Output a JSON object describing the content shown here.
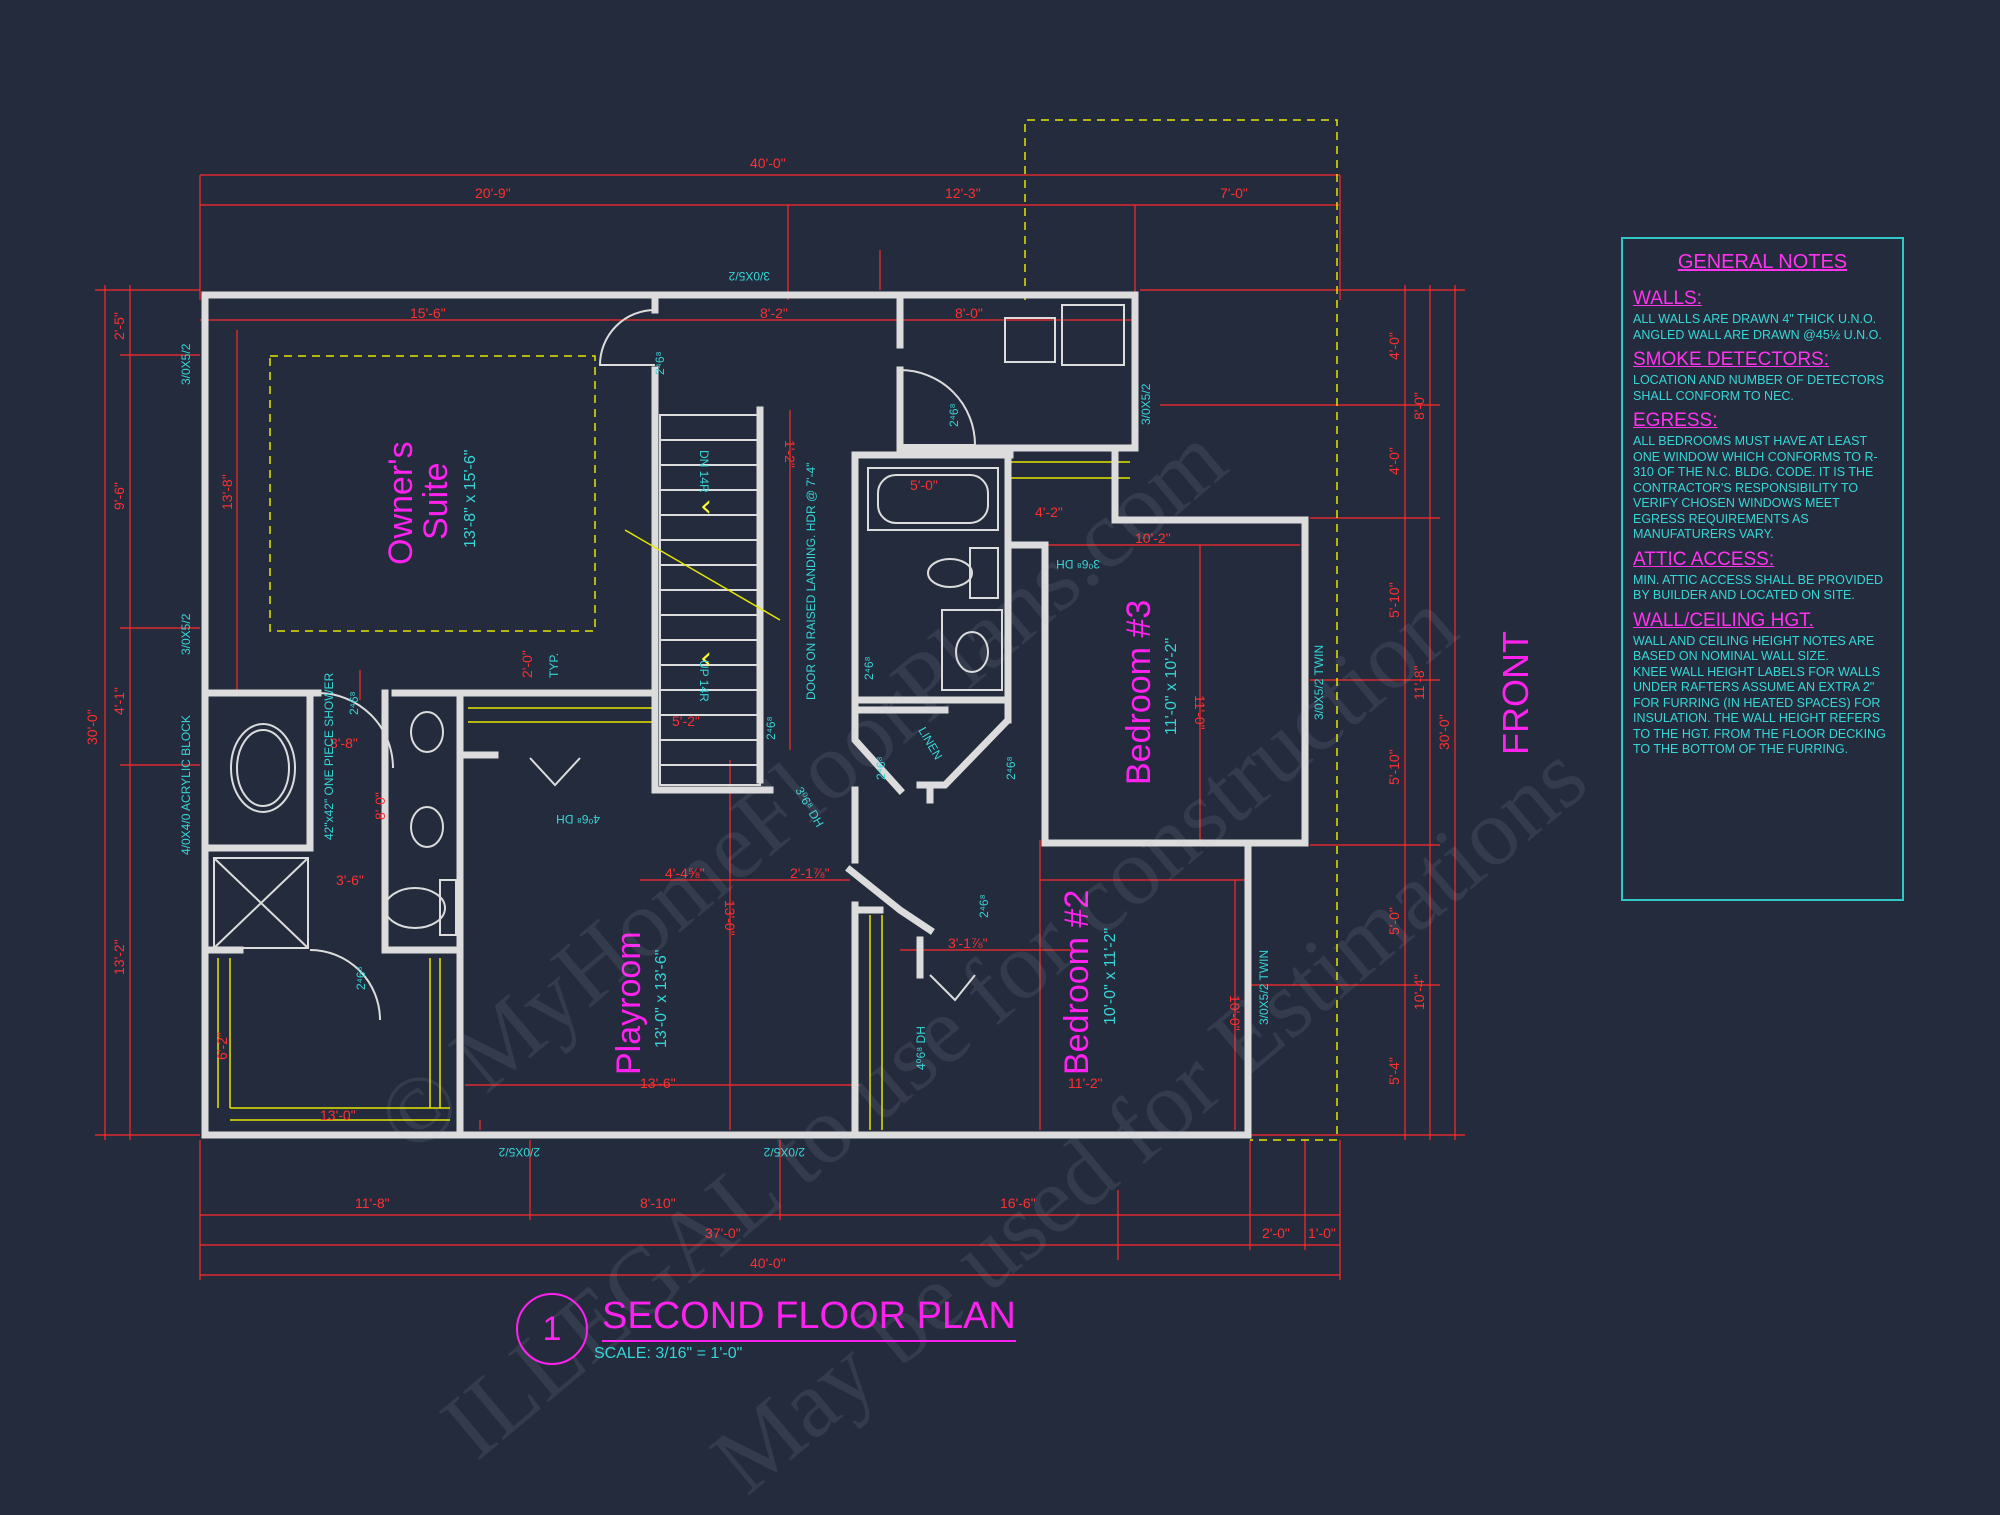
{
  "plan": {
    "title": "SECOND FLOOR PLAN",
    "number": "1",
    "scale": "SCALE: 3/16\" = 1'-0\"",
    "front_label": "FRONT"
  },
  "rooms": {
    "owners_suite": {
      "name1": "Owner's",
      "name2": "Suite",
      "size": "13'-8\" x 15'-6\""
    },
    "bedroom3": {
      "name": "Bedroom #3",
      "size": "11'-0\" x 10'-2\""
    },
    "bedroom2": {
      "name": "Bedroom #2",
      "size": "10'-0\" x 11'-2\""
    },
    "playroom": {
      "name": "Playroom",
      "size": "13'-0\" x 13'-6\""
    }
  },
  "dims": {
    "top_total": "40'-0\"",
    "top_a": "20'-9\"",
    "top_b": "12'-3\"",
    "top_c": "7'-0\"",
    "bot_a": "11'-8\"",
    "bot_b": "8'-10\"",
    "bot_c": "16'-6\"",
    "bot_sub": "37'-0\"",
    "bot_d": "2'-0\"",
    "bot_e": "1'-0\"",
    "bot_total": "40'-0\"",
    "left_total": "30'-0\"",
    "left_a": "2'-5\"",
    "left_b": "9'-6\"",
    "left_c": "4'-1\"",
    "left_d": "13'-2\"",
    "right_total": "30'-0\"",
    "right_a": "4'-0\"",
    "right_b": "4'-0\"",
    "right_c": "5'-10\"",
    "right_d": "5'-10\"",
    "right_e": "5'-0\"",
    "right_f": "5'-4\"",
    "right_g": "8'-0\"",
    "right_h": "11'-8\"",
    "right_i": "10'-4\"",
    "in_15_6": "15'-6\"",
    "in_8_2": "8'-2\"",
    "in_8_0": "8'-0\"",
    "in_13_8": "13'-8\"",
    "in_10_2": "10'-2\"",
    "in_11_0": "11'-0\"",
    "in_10_0": "10'-0\"",
    "in_11_2": "11'-2\"",
    "in_13_6": "13'-6\"",
    "in_13_0": "13'-0\"",
    "in_4_2": "4'-2\"",
    "in_5_0": "5'-0\"",
    "in_8_8": "8'-8\"",
    "in_3_6": "3'-6\"",
    "in_8_0b": "8'-0\"",
    "in_6_2": "6'-2\"",
    "in_13_0b": "13'-0\"",
    "in_4_4": "4'-4⅝\"",
    "in_2_1": "2'-1⅞\"",
    "in_3_1": "3'-1⅞\"",
    "in_5_2": "5'-2\"",
    "in_2_0": "2'-0\"",
    "in_1_2": "1'-2\""
  },
  "labels": {
    "win_top": "3/0X5/2",
    "win_left1": "3/0X5/2",
    "win_left2": "3/0X5/2",
    "win_left_block": "4/0X4/0 ACRYLIC BLOCK",
    "win_right1": "3/0X5/2",
    "win_b3": "3/0X5/2 TWIN",
    "win_b2": "3/0X5/2 TWIN",
    "win_bot1": "2/0X5/2",
    "win_bot2": "2/0X5/2",
    "door_26": "2⁴6⁸",
    "dh_play": "4⁰6⁸ DH",
    "dh_bed3": "3⁰6⁸ DH",
    "dh_bed2": "4⁰6⁸ DH",
    "dh_hall": "3⁰6⁸ DH",
    "shower": "42\"x42\" ONE PIECE SHOWER",
    "stairs_dn": "DN 14R",
    "stairs_up": "UP 14R",
    "door_note": "DOOR ON RAISED LANDING. HDR @ 7'-4\"",
    "linen": "LINEN",
    "typ": "TYP."
  },
  "notes": {
    "heading": "GENERAL NOTES",
    "sections": [
      {
        "title": "WALLS:",
        "body": "ALL WALLS ARE DRAWN 4\" THICK U.N.O.\nANGLED WALL ARE DRAWN @45½ U.N.O."
      },
      {
        "title": "SMOKE DETECTORS:",
        "body": "LOCATION AND NUMBER OF DETECTORS SHALL CONFORM TO NEC."
      },
      {
        "title": "EGRESS:",
        "body": "ALL BEDROOMS MUST HAVE AT LEAST ONE WINDOW WHICH CONFORMS TO R-310 OF THE N.C. BLDG. CODE. IT IS THE CONTRACTOR'S RESPONSIBILITY TO VERIFY CHOSEN WINDOWS MEET EGRESS REQUIREMENTS AS MANUFATURERS VARY."
      },
      {
        "title": "ATTIC ACCESS:",
        "body": "MIN. ATTIC ACCESS SHALL BE PROVIDED BY BUILDER AND LOCATED ON SITE."
      },
      {
        "title": "WALL/CEILING HGT.",
        "body": "WALL AND CEILING HEIGHT NOTES ARE BASED ON NOMINAL WALL SIZE.\nKNEE WALL HEIGHT LABELS FOR WALLS UNDER RAFTERS ASSUME AN EXTRA 2\" FOR FURRING (IN HEATED SPACES) FOR INSULATION. THE WALL HEIGHT REFERS TO THE HGT. FROM THE FLOOR DECKING TO THE BOTTOM OF THE FURRING."
      }
    ]
  },
  "watermark": {
    "line1": "© MyHomeFloorPlans.com",
    "line2": "ILLEGAL to use for construction",
    "line3": "May be used for Estimations"
  },
  "colors": {
    "background": "#232b3d",
    "dimension": "#ff2a2a",
    "room_label": "#ff22ee",
    "annotation": "#37d6d6",
    "wall": "#dcdcdc",
    "hatch": "#e6e600"
  }
}
